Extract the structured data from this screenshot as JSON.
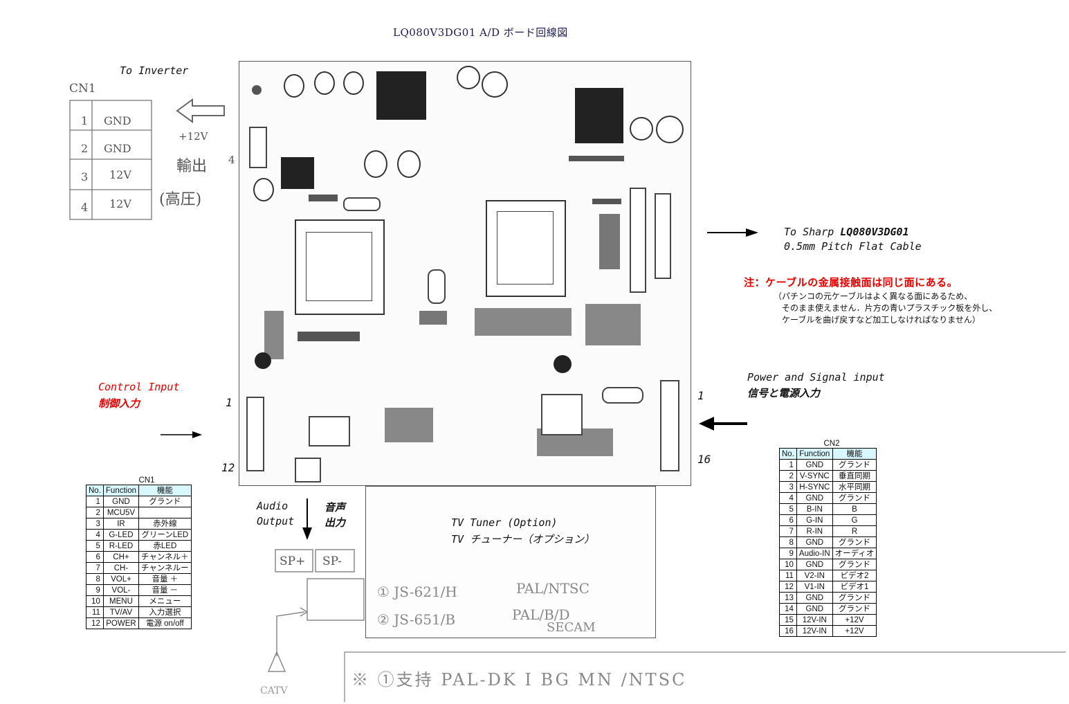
{
  "title": "LQ080V3DG01  A/D ボード回線図",
  "to_inverter": "To Inverter",
  "hand_cn1": {
    "label": "CN1",
    "rows": [
      {
        "no": "1",
        "func": "GND"
      },
      {
        "no": "2",
        "func": "GND"
      },
      {
        "no": "3",
        "func": "12V"
      },
      {
        "no": "4",
        "func": "12V"
      }
    ],
    "v12": "+12V",
    "output": "輸出",
    "high": "(高圧)"
  },
  "to_sharp_line1_prefix": "To Sharp ",
  "to_sharp_model": "LQ080V3DG01",
  "to_sharp_line2": "0.5mm Pitch Flat Cable",
  "note_title": "注：ケーブルの金属接触面は同じ面にある。",
  "note_lines": [
    "（パチンコの元ケーブルはよく異なる面にあるため、",
    "そのまま使えません．片方の青いプラスチック板を外し、",
    "ケーブルを曲げ戻すなど加工しなければなりません）"
  ],
  "control_input_en": "Control Input",
  "control_input_jp": "制御入力",
  "power_signal_en": "Power and Signal input",
  "power_signal_jp": "信号と電源入力",
  "pins": {
    "left_top": "1",
    "left_bottom": "12",
    "right_top": "1",
    "right_bottom": "16"
  },
  "audio_en_1": "Audio",
  "audio_en_2": "Output",
  "audio_jp_1": "音声",
  "audio_jp_2": "出力",
  "speaker": {
    "sp_plus": "SP+",
    "sp_minus": "SP-"
  },
  "tv_tuner_en": "TV Tuner (Option)",
  "tv_tuner_jp": "TV チューナー（オプション）",
  "tuner_hand": {
    "line1_model": "① JS-621/H",
    "line1_std": "PAL/NTSC",
    "line2_model": "② JS-651/B",
    "line2_std": "PAL/B/D",
    "line2_std2": "SECAM"
  },
  "catv": "CATV",
  "bottom_hand": "※ ①支持 PAL-DK I BG MN /NTSC",
  "cn1_table": {
    "caption": "CN1",
    "headers": [
      "No.",
      "Function",
      "機能"
    ],
    "rows": [
      [
        "1",
        "GND",
        "グランド"
      ],
      [
        "2",
        "MCU5V",
        ""
      ],
      [
        "3",
        "IR",
        "赤外線"
      ],
      [
        "4",
        "G-LED",
        "グリーンLED"
      ],
      [
        "5",
        "R-LED",
        "赤LED"
      ],
      [
        "6",
        "CH+",
        "チャンネル＋"
      ],
      [
        "7",
        "CH-",
        "チャンネルー"
      ],
      [
        "8",
        "VOL+",
        "音量 ＋"
      ],
      [
        "9",
        "VOL-",
        "音量 －"
      ],
      [
        "10",
        "MENU",
        "メニュー"
      ],
      [
        "11",
        "TV/AV",
        "入力選択"
      ],
      [
        "12",
        "POWER",
        "電源 on/off"
      ]
    ]
  },
  "cn2_table": {
    "caption": "CN2",
    "headers": [
      "No.",
      "Function",
      "機能"
    ],
    "rows": [
      [
        "1",
        "GND",
        "グランド"
      ],
      [
        "2",
        "V-SYNC",
        "垂直同期"
      ],
      [
        "3",
        "H-SYNC",
        "水平同期"
      ],
      [
        "4",
        "GND",
        "グランド"
      ],
      [
        "5",
        "B-IN",
        "B"
      ],
      [
        "6",
        "G-IN",
        "G"
      ],
      [
        "7",
        "R-IN",
        "R"
      ],
      [
        "8",
        "GND",
        "グランド"
      ],
      [
        "9",
        "Audio-IN",
        "オーディオ"
      ],
      [
        "10",
        "GND",
        "グランド"
      ],
      [
        "11",
        "V2-IN",
        "ビデオ2"
      ],
      [
        "12",
        "V1-IN",
        "ビデオ1"
      ],
      [
        "13",
        "GND",
        "グランド"
      ],
      [
        "14",
        "GND",
        "グランド"
      ],
      [
        "15",
        "12V-IN",
        "+12V"
      ],
      [
        "16",
        "12V-IN",
        "+12V"
      ]
    ]
  }
}
